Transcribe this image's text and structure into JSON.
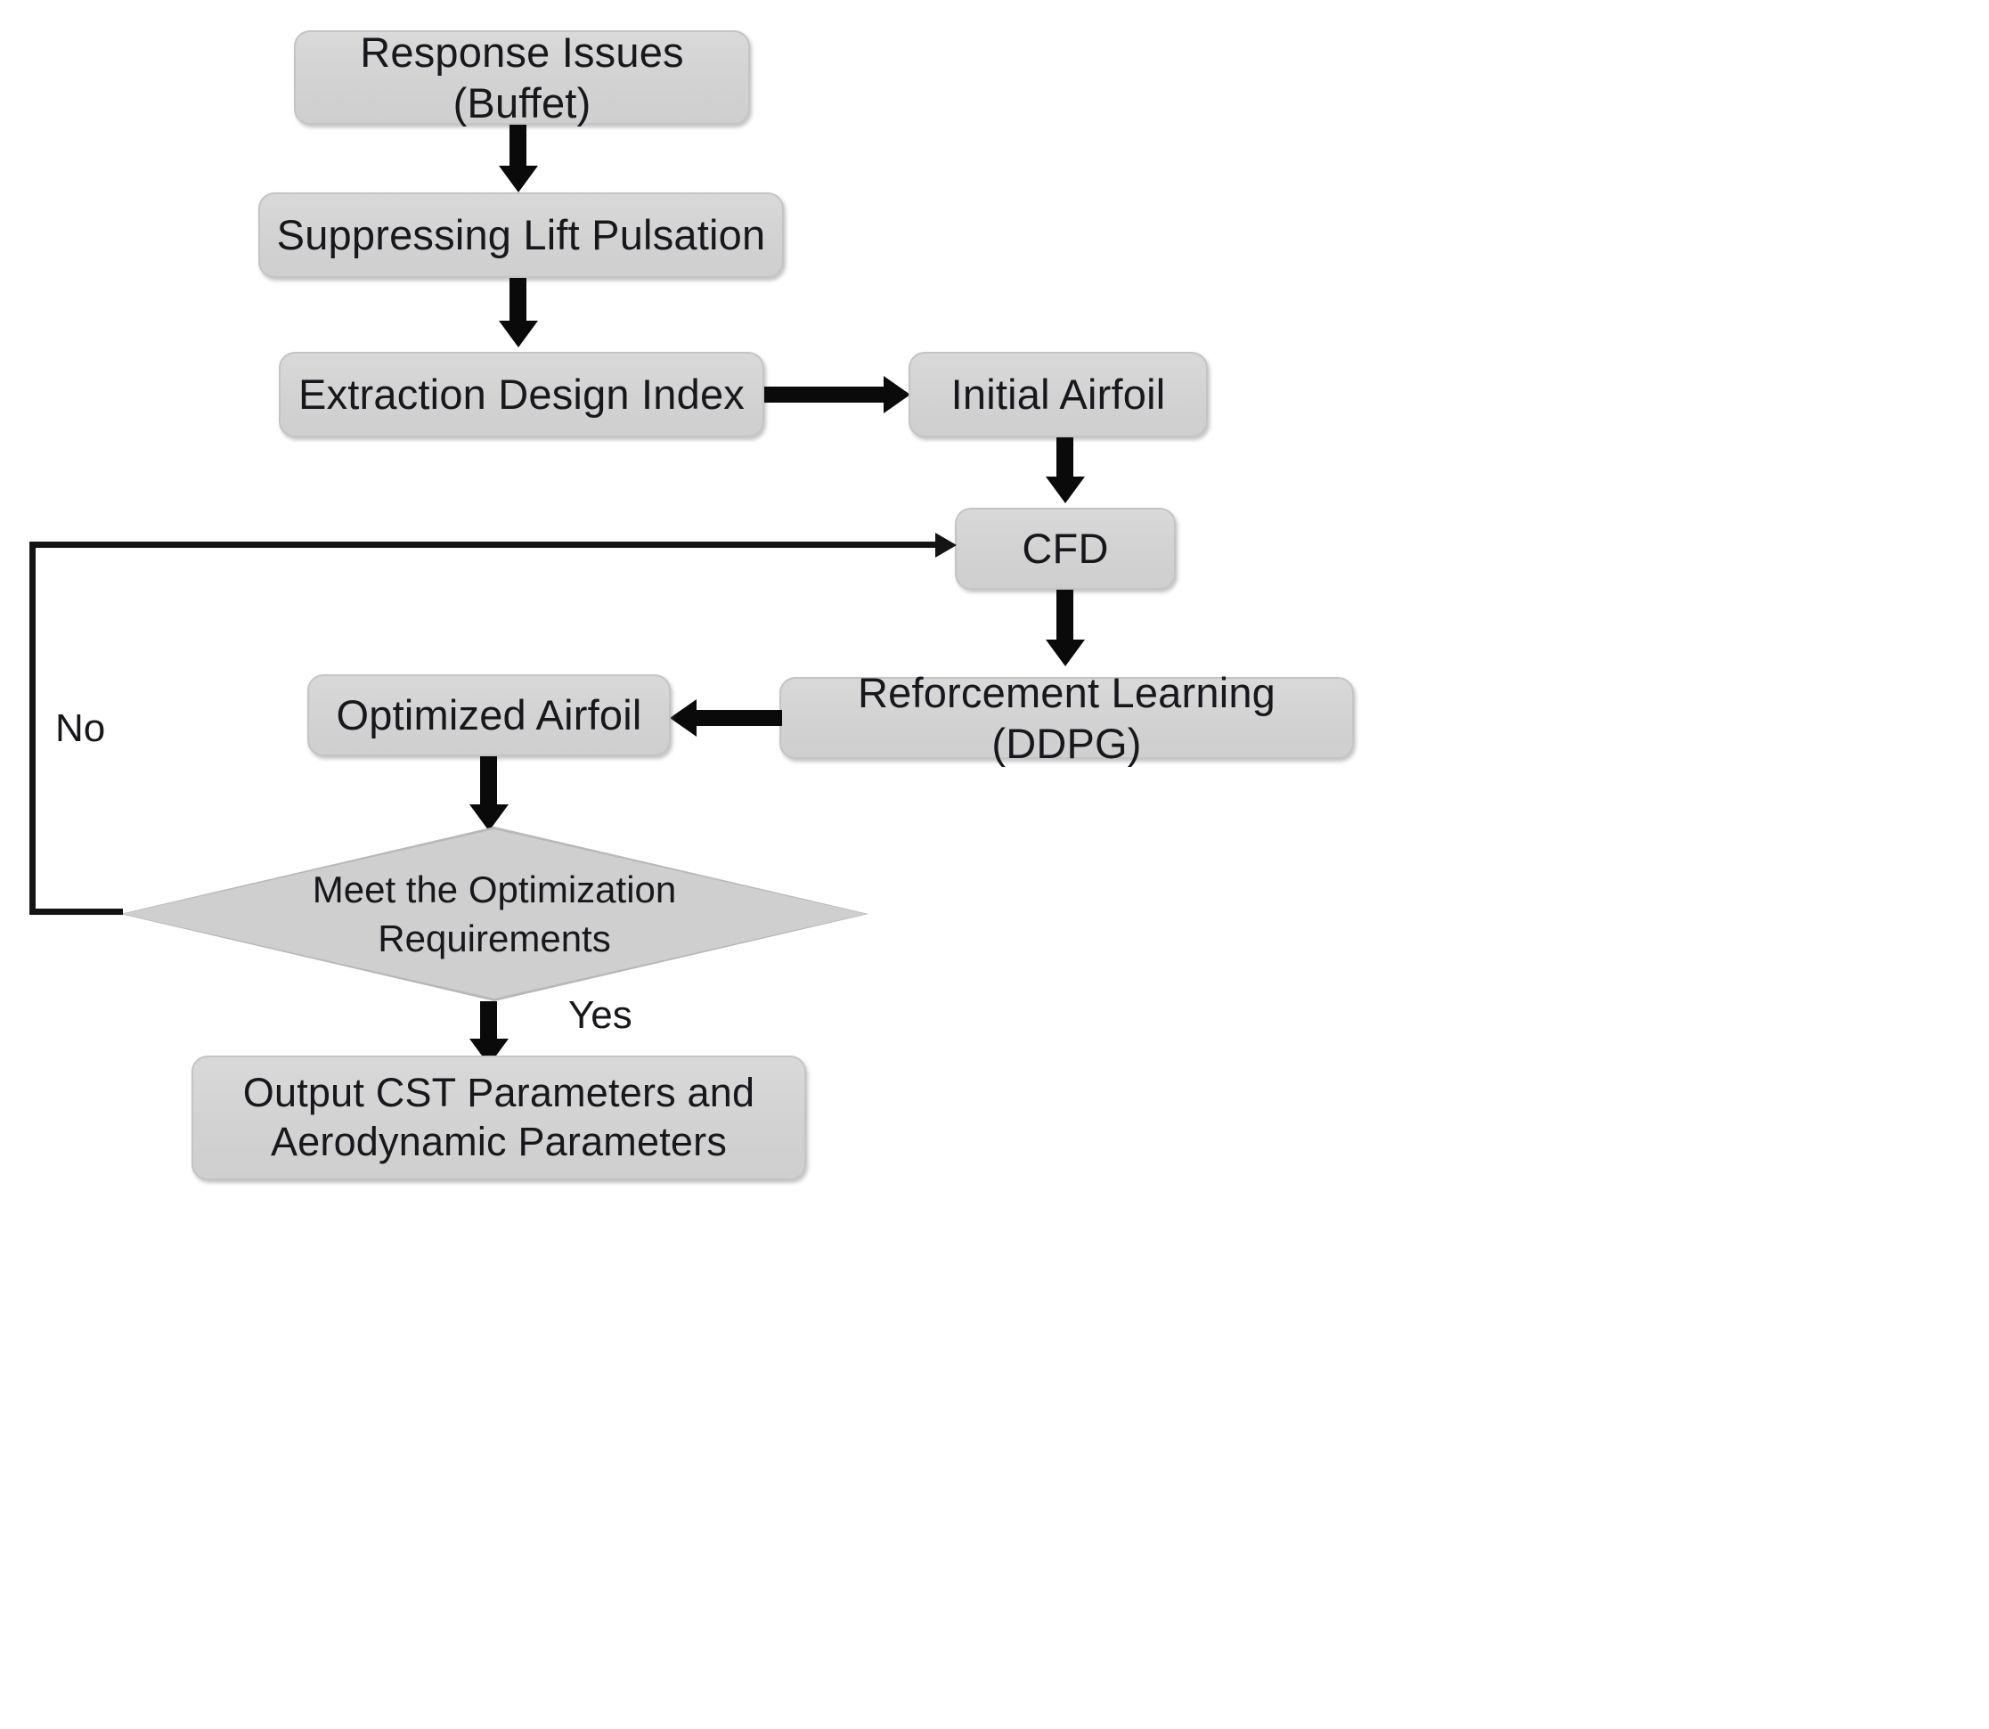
{
  "diagram": {
    "title": "Airfoil buffet optimization workflow flowchart",
    "type": "flowchart",
    "colors": {
      "node_fill": "#d3d3d3",
      "node_border": "#c4c4c4",
      "diamond_fill": "#cfcfcf",
      "diamond_border": "#b8b8b8",
      "arrow": "#0a0a0a",
      "text": "#17171c",
      "background": "#ffffff"
    }
  },
  "nodes": {
    "response_issues": {
      "label": "Response Issues (Buffet)",
      "shape": "rounded-rect"
    },
    "suppressing_lift": {
      "label": "Suppressing Lift Pulsation",
      "shape": "rounded-rect"
    },
    "extraction_index": {
      "label": "Extraction Design Index",
      "shape": "rounded-rect"
    },
    "initial_airfoil": {
      "label": "Initial Airfoil",
      "shape": "rounded-rect"
    },
    "cfd": {
      "label": "CFD",
      "shape": "rounded-rect"
    },
    "reinforcement_learning": {
      "label": "Reforcement Learning (DDPG)",
      "shape": "rounded-rect"
    },
    "optimized_airfoil": {
      "label": "Optimized Airfoil",
      "shape": "rounded-rect"
    },
    "decision": {
      "label_line1": "Meet the Optimization",
      "label_line2": "Requirements",
      "shape": "diamond"
    },
    "output": {
      "label_line1": "Output CST Parameters and",
      "label_line2": "Aerodynamic Parameters",
      "shape": "rounded-rect"
    }
  },
  "edge_labels": {
    "no": "No",
    "yes": "Yes"
  },
  "edges": [
    {
      "from": "response_issues",
      "to": "suppressing_lift",
      "direction": "down",
      "label": ""
    },
    {
      "from": "suppressing_lift",
      "to": "extraction_index",
      "direction": "down",
      "label": ""
    },
    {
      "from": "extraction_index",
      "to": "initial_airfoil",
      "direction": "right",
      "label": ""
    },
    {
      "from": "initial_airfoil",
      "to": "cfd",
      "direction": "down",
      "label": ""
    },
    {
      "from": "cfd",
      "to": "reinforcement_learning",
      "direction": "down",
      "label": ""
    },
    {
      "from": "reinforcement_learning",
      "to": "optimized_airfoil",
      "direction": "left",
      "label": ""
    },
    {
      "from": "optimized_airfoil",
      "to": "decision",
      "direction": "down",
      "label": ""
    },
    {
      "from": "decision",
      "to": "cfd",
      "direction": "loop-left-up-right",
      "label": "No"
    },
    {
      "from": "decision",
      "to": "output",
      "direction": "down",
      "label": "Yes"
    }
  ]
}
